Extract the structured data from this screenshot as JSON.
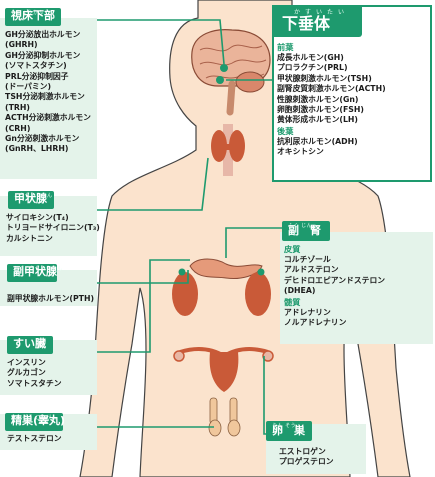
{
  "colors": {
    "accent": "#1e9a6e",
    "panel": "#e4f3ea",
    "skin": "#fbe3cd",
    "organ": "#c95a38"
  },
  "hypothalamus": {
    "ruby": "ししょうかぶ",
    "title": "視床下部",
    "items": [
      "GH分泌放出ホルモン",
      "(GHRH)",
      "GH分泌抑制ホルモン",
      "(ソマトスタチン)",
      "PRL分泌抑制因子",
      "(ドーパミン)",
      "TSH分泌刺激ホルモン",
      "(TRH)",
      "ACTH分泌刺激ホルモン",
      "(CRH)",
      "Gn分泌刺激ホルモン",
      "(GnRH、LHRH)"
    ]
  },
  "pituitary": {
    "ruby": "かすいたい",
    "title": "下垂体",
    "anterior_label": "前葉",
    "anterior": [
      "成長ホルモン(GH)",
      "プロラクチン(PRL)",
      "甲状腺刺激ホルモン(TSH)",
      "副腎皮質刺激ホルモン(ACTH)",
      "性腺刺激ホルモン(Gn)",
      "卵胞刺激ホルモン(FSH)",
      "黄体形成ホルモン(LH)"
    ],
    "posterior_label": "後葉",
    "posterior": [
      "抗利尿ホルモン(ADH)",
      "オキシトシン"
    ]
  },
  "thyroid": {
    "ruby": "こうじょうせん",
    "title": "甲状腺",
    "items": [
      "サイロキシン(T₄)",
      "トリヨードサイロニン(T₃)",
      "カルシトニン"
    ]
  },
  "parathyroid": {
    "ruby": "ふくこうじょうせん",
    "title": "副甲状腺",
    "items": [
      "副甲状腺ホルモン(PTH)"
    ]
  },
  "pancreas": {
    "ruby": "",
    "title": "すい臓",
    "items": [
      "インスリン",
      "グルカゴン",
      "ソマトスタチン"
    ]
  },
  "testis": {
    "ruby": "せいそう こうがん",
    "title": "精巣(睾丸)",
    "items": [
      "テストステロン"
    ]
  },
  "adrenal": {
    "ruby": "ふく じん",
    "title": "副　腎",
    "cortex_label": "皮質",
    "cortex": [
      "コルチゾール",
      "アルドステロン",
      "デヒドロエピアンドステロン",
      "(DHEA)"
    ],
    "medulla_label": "髄質",
    "medulla": [
      "アドレナリン",
      "ノルアドレナリン"
    ]
  },
  "ovary": {
    "ruby": "らん そう",
    "title": "卵　巣",
    "items": [
      "エストロゲン",
      "プロゲステロン"
    ]
  }
}
